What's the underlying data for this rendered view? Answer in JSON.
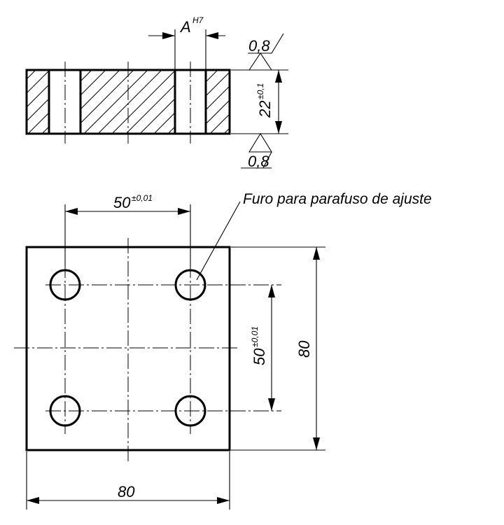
{
  "section_view": {
    "fit_symbol": "A",
    "fit_tolerance": "H7",
    "thickness": "22",
    "thickness_tolerance": "±0,1",
    "surface_top": "0,8",
    "surface_bottom": "0,8"
  },
  "plan_view": {
    "hole_spacing_x": "50",
    "hole_spacing_x_tol": "±0,01",
    "hole_spacing_y": "50",
    "hole_spacing_y_tol": "±0,01",
    "height": "80",
    "width": "80",
    "hole_note": "Furo para parafuso de ajuste"
  },
  "colors": {
    "line": "#000000",
    "background": "#ffffff"
  }
}
